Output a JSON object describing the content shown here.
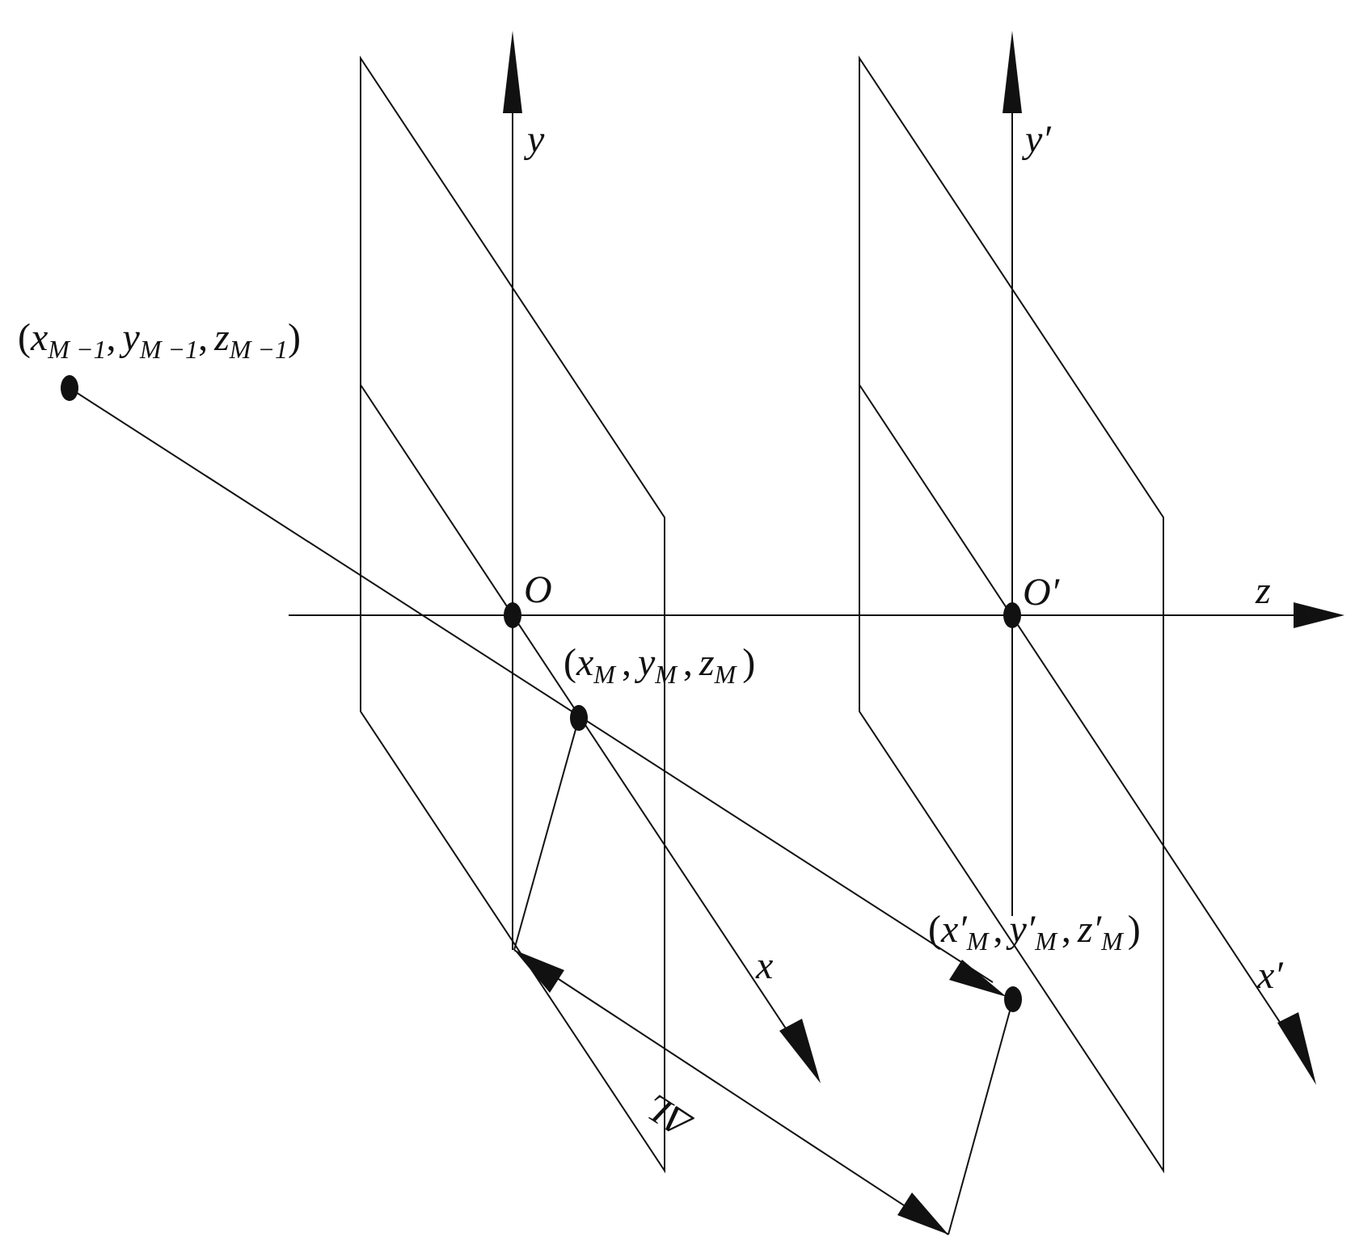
{
  "axes": {
    "y": "y",
    "y_prime": "y′",
    "z": "z",
    "x": "x",
    "x_prime": "x′"
  },
  "origins": {
    "o": "O",
    "o_prime": "O′"
  },
  "points": {
    "p_prev": {
      "open": "(",
      "x": "x",
      "xs": "M −1",
      "y": "y",
      "ys": "M −1",
      "z": "z",
      "zs": "M −1",
      "comma": ",",
      "close": ")"
    },
    "p_m": {
      "open": "(",
      "x": "x",
      "xs": "M",
      "y": "y",
      "ys": "M",
      "z": "z",
      "zs": "M",
      "comma": ",",
      "close": ")"
    },
    "p_m_prime": {
      "open": "(",
      "x": "x′",
      "xs": "M",
      "y": "y′",
      "ys": "M",
      "z": "z′",
      "zs": "M",
      "comma": ",",
      "close": ")"
    }
  },
  "distance_label": "ΔL",
  "colors": {
    "ink": "#111111",
    "background": "#ffffff"
  }
}
